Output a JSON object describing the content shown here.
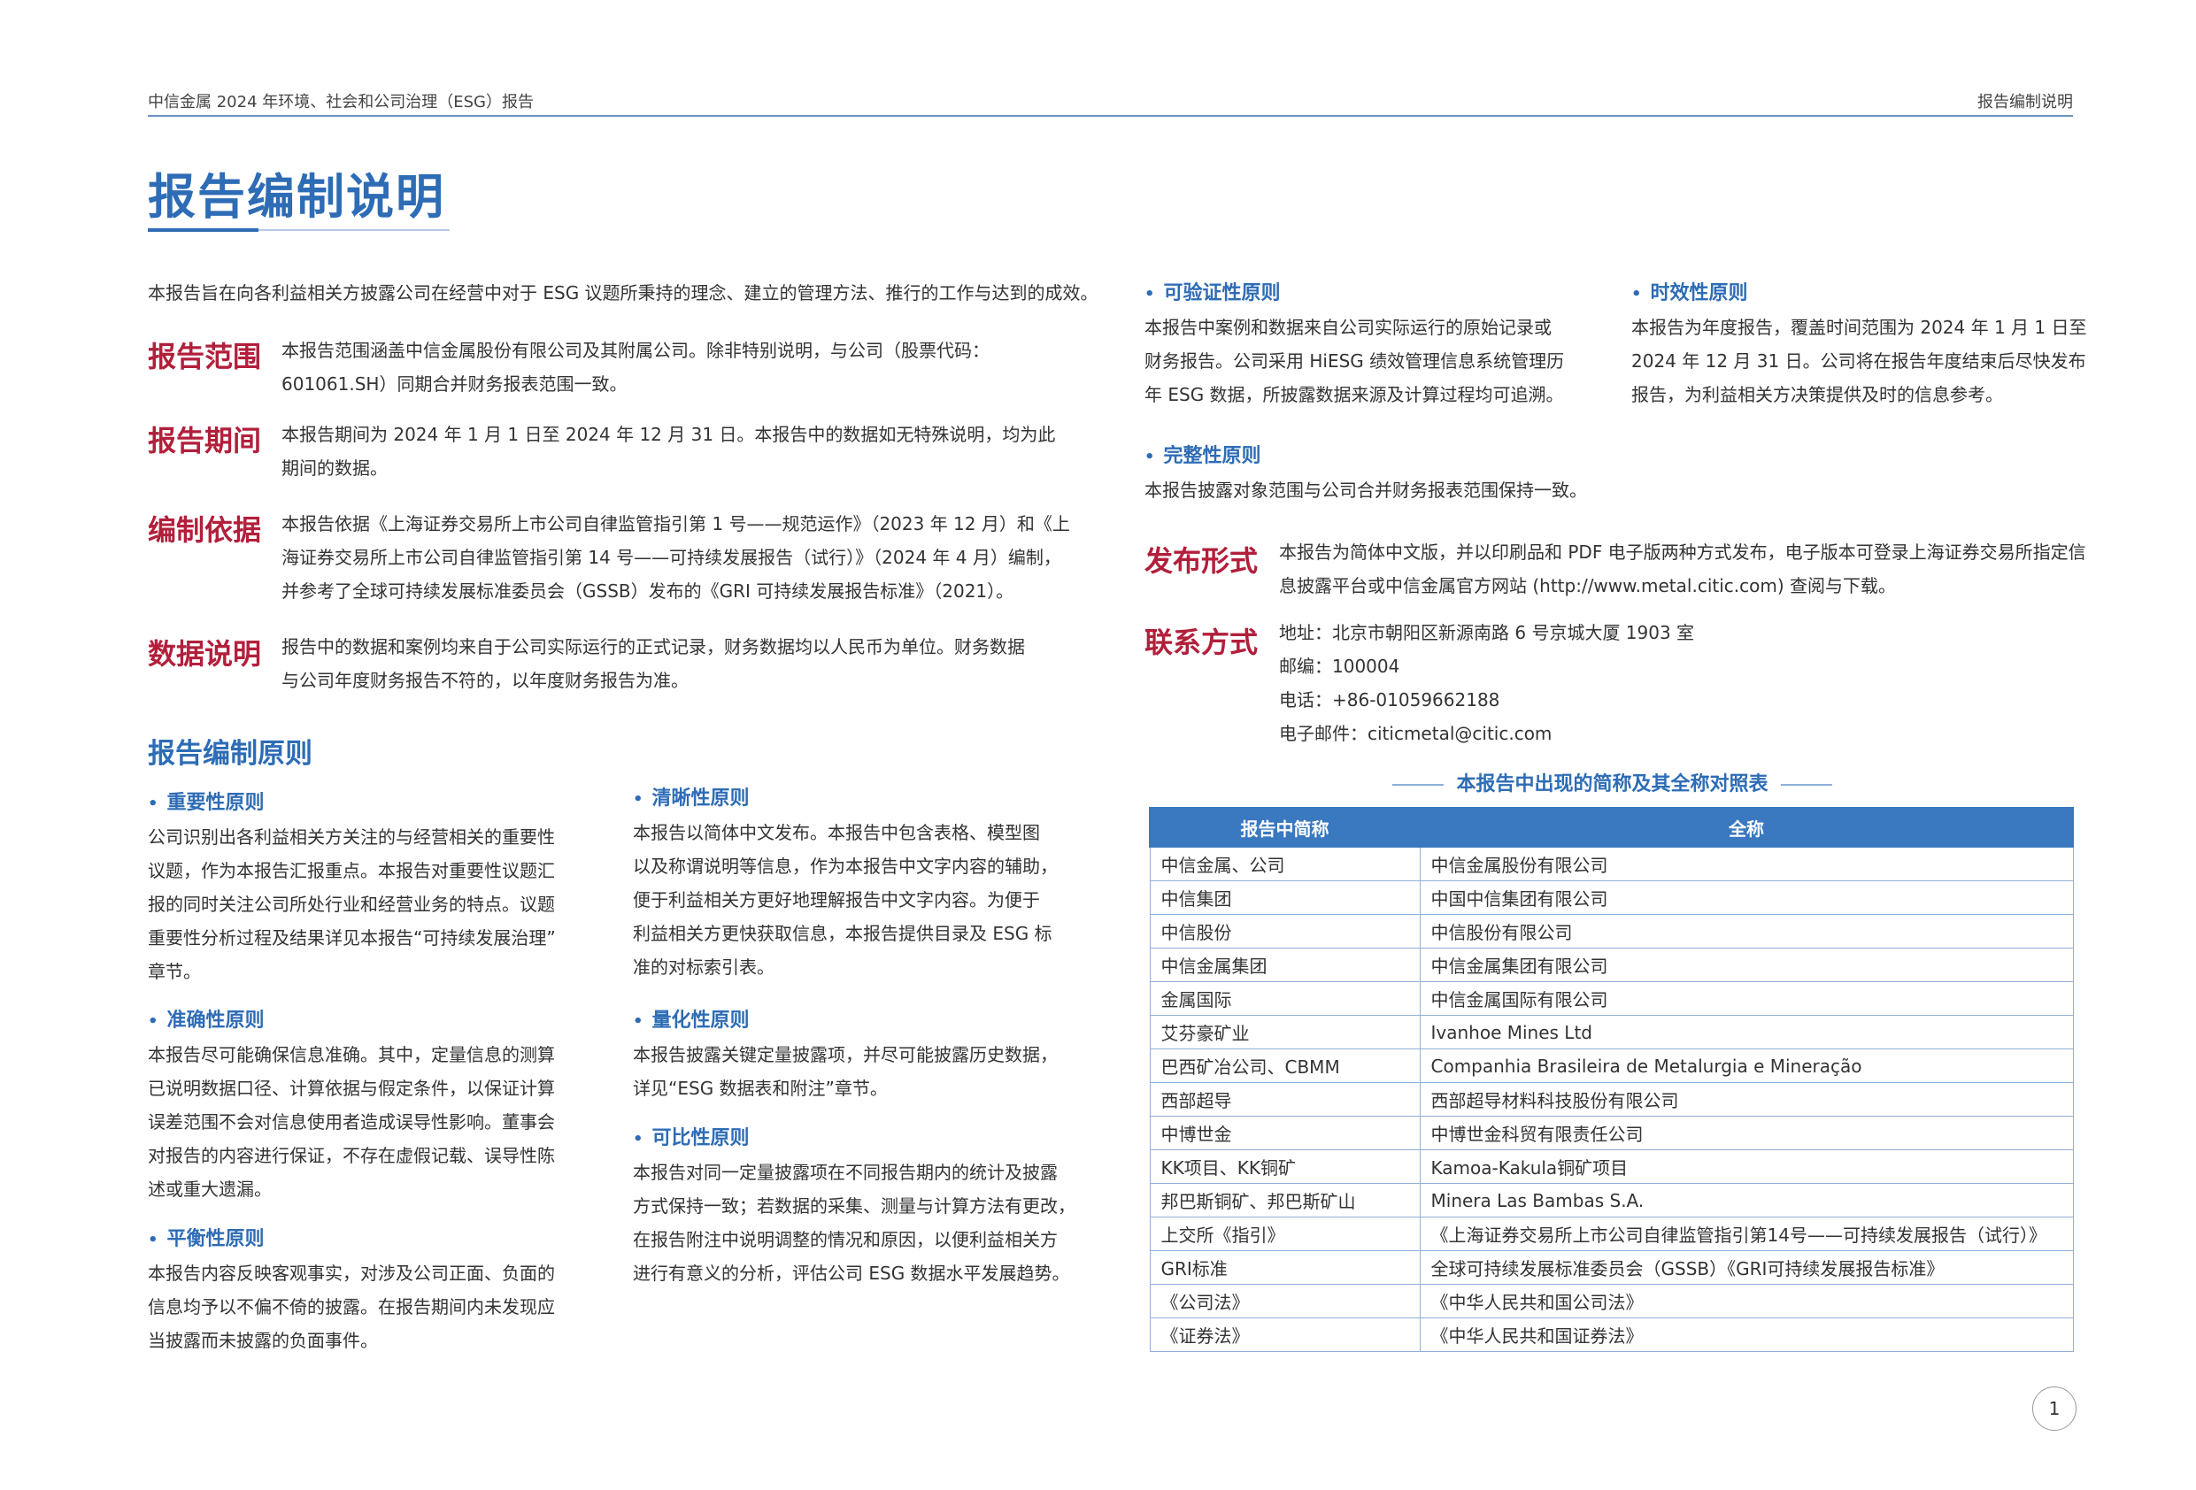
{
  "header": {
    "left": "中信金属 2024 年环境、社会和公司治理（ESG）报告",
    "right": "报告编制说明"
  },
  "title": "报告编制说明",
  "intro": "本报告旨在向各利益相关方披露公司在经营中对于 ESG 议题所秉持的理念、建立的管理方法、推行的工作与达到的成效。",
  "sections": [
    {
      "label": "报告范围",
      "lines": [
        "本报告范围涵盖中信金属股份有限公司及其附属公司。除非特别说明，与公司（股票代码：",
        "601061.SH）同期合并财务报表范围一致。"
      ]
    },
    {
      "label": "报告期间",
      "lines": [
        "本报告期间为 2024 年 1 月 1 日至 2024 年 12 月 31 日。本报告中的数据如无特殊说明，均为此",
        "期间的数据。"
      ]
    },
    {
      "label": "编制依据",
      "lines": [
        "本报告依据《上海证券交易所上市公司自律监管指引第 1 号——规范运作》（2023 年 12 月）和《上",
        "海证券交易所上市公司自律监管指引第 14 号——可持续发展报告（试行）》（2024 年 4 月）编制，",
        "并参考了全球可持续发展标准委员会（GSSB）发布的《GRI 可持续发展报告标准》（2021）。"
      ]
    },
    {
      "label": "数据说明",
      "lines": [
        "报告中的数据和案例均来自于公司实际运行的正式记录，财务数据均以人民币为单位。财务数据",
        "与公司年度财务报告不符的，以年度财务报告为准。"
      ]
    }
  ],
  "principles_title": "报告编制原则",
  "principles": {
    "p1": {
      "title": "重要性原则",
      "lines": [
        "公司识别出各利益相关方关注的与经营相关的重要性",
        "议题，作为本报告汇报重点。本报告对重要性议题汇",
        "报的同时关注公司所处行业和经营业务的特点。议题",
        "重要性分析过程及结果详见本报告“可持续发展治理”",
        "章节。"
      ]
    },
    "p2": {
      "title": "准确性原则",
      "lines": [
        "本报告尽可能确保信息准确。其中，定量信息的测算",
        "已说明数据口径、计算依据与假定条件，以保证计算",
        "误差范围不会对信息使用者造成误导性影响。董事会",
        "对报告的内容进行保证，不存在虚假记载、误导性陈",
        "述或重大遗漏。"
      ]
    },
    "p3": {
      "title": "平衡性原则",
      "lines": [
        "本报告内容反映客观事实，对涉及公司正面、负面的",
        "信息均予以不偏不倚的披露。在报告期间内未发现应",
        "当披露而未披露的负面事件。"
      ]
    },
    "p4": {
      "title": "清晰性原则",
      "lines": [
        "本报告以简体中文发布。本报告中包含表格、模型图",
        "以及称谓说明等信息，作为本报告中文字内容的辅助，",
        "便于利益相关方更好地理解报告中文字内容。为便于",
        "利益相关方更快获取信息，本报告提供目录及 ESG 标",
        "准的对标索引表。"
      ]
    },
    "p5": {
      "title": "量化性原则",
      "lines": [
        "本报告披露关键定量披露项，并尽可能披露历史数据，",
        "详见“ESG 数据表和附注”章节。"
      ]
    },
    "p6": {
      "title": "可比性原则",
      "lines": [
        "本报告对同一定量披露项在不同报告期内的统计及披露",
        "方式保持一致；若数据的采集、测量与计算方法有更改，",
        "在报告附注中说明调整的情况和原因，以便利益相关方",
        "进行有意义的分析，评估公司 ESG 数据水平发展趋势。"
      ]
    },
    "p7": {
      "title": "可验证性原则",
      "lines": [
        "本报告中案例和数据来自公司实际运行的原始记录或",
        "财务报告。公司采用 HiESG 绩效管理信息系统管理历",
        "年 ESG 数据，所披露数据来源及计算过程均可追溯。"
      ]
    },
    "p8": {
      "title": "时效性原则",
      "lines": [
        "本报告为年度报告，覆盖时间范围为 2024 年 1 月 1 日至",
        "2024 年 12 月 31 日。公司将在报告年度结束后尽快发布",
        "报告，为利益相关方决策提供及时的信息参考。"
      ]
    },
    "p9": {
      "title": "完整性原则",
      "lines": [
        "本报告披露对象范围与公司合并财务报表范围保持一致。"
      ]
    }
  },
  "publish": {
    "label": "发布形式",
    "lines": [
      "本报告为简体中文版，并以印刷品和 PDF 电子版两种方式发布，电子版本可登录上海证券交易所指定信",
      "息披露平台或中信金属官方网站 (http://www.metal.citic.com) 查阅与下载。"
    ]
  },
  "contact": {
    "label": "联系方式",
    "lines": [
      "地址：北京市朝阳区新源南路 6 号京城大厦 1903 室",
      "邮编：100004",
      "电话：+86-01059662188",
      "电子邮件：citicmetal@citic.com"
    ]
  },
  "table": {
    "title": "本报告中出现的简称及其全称对照表",
    "headers": [
      "报告中简称",
      "全称"
    ],
    "rows": [
      [
        "中信金属、公司",
        "中信金属股份有限公司"
      ],
      [
        "中信集团",
        "中国中信集团有限公司"
      ],
      [
        "中信股份",
        "中信股份有限公司"
      ],
      [
        "中信金属集团",
        "中信金属集团有限公司"
      ],
      [
        "金属国际",
        "中信金属国际有限公司"
      ],
      [
        "艾芬豪矿业",
        "Ivanhoe Mines Ltd"
      ],
      [
        "巴西矿冶公司、CBMM",
        "Companhia Brasileira de Metalurgia e Mineração"
      ],
      [
        "西部超导",
        "西部超导材料科技股份有限公司"
      ],
      [
        "中博世金",
        "中博世金科贸有限责任公司"
      ],
      [
        "KK项目、KK铜矿",
        "Kamoa-Kakula铜矿项目"
      ],
      [
        "邦巴斯铜矿、邦巴斯矿山",
        "Minera Las Bambas S.A."
      ],
      [
        "上交所《指引》",
        "《上海证券交易所上市公司自律监管指引第14号——可持续发展报告（试行）》"
      ],
      [
        "GRI标准",
        "全球可持续发展标准委员会（GSSB）《GRI可持续发展报告标准》"
      ],
      [
        "《公司法》",
        "《中华人民共和国公司法》"
      ],
      [
        "《证券法》",
        "《中华人民共和国证券法》"
      ]
    ]
  },
  "page_number": "1",
  "colors": {
    "accent": "#2e6cb5",
    "label_red": "#b21f3b",
    "table_header": "#3a78c0"
  }
}
